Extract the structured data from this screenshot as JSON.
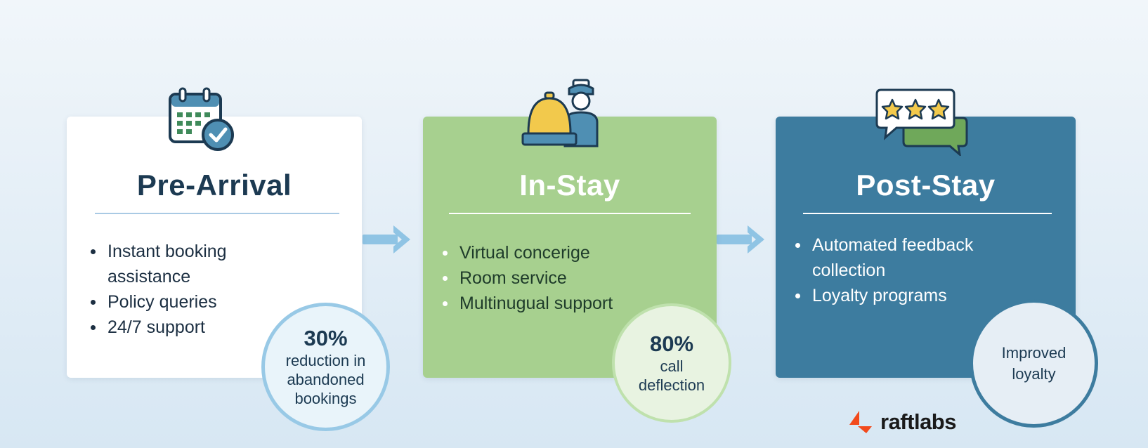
{
  "stages": [
    {
      "title": "Pre-Arrival",
      "icon": "calendar-check-icon",
      "bullets": [
        "Instant booking assistance",
        "Policy queries",
        "24/7 support"
      ],
      "stat": {
        "value": "30%",
        "label": "reduction in abandoned bookings"
      }
    },
    {
      "title": "In-Stay",
      "icon": "concierge-bell-icon",
      "bullets": [
        "Virtual concerige",
        "Room service",
        "Multinugual support"
      ],
      "stat": {
        "value": "80%",
        "label": "call deflection"
      }
    },
    {
      "title": "Post-Stay",
      "icon": "rating-stars-chat-icon",
      "bullets": [
        "Automated feedback collection",
        "Loyalty programs"
      ],
      "stat": {
        "value": "",
        "label": "Improved loyalty"
      }
    }
  ],
  "brand": {
    "name": "raftlabs",
    "icon": "raftlabs-logo-icon"
  },
  "colors": {
    "navy": "#1c3a52",
    "green": "#a7d08f",
    "teal": "#3d7c9f",
    "arrow": "#8fc4e4",
    "accent_orange": "#f24a1c"
  }
}
